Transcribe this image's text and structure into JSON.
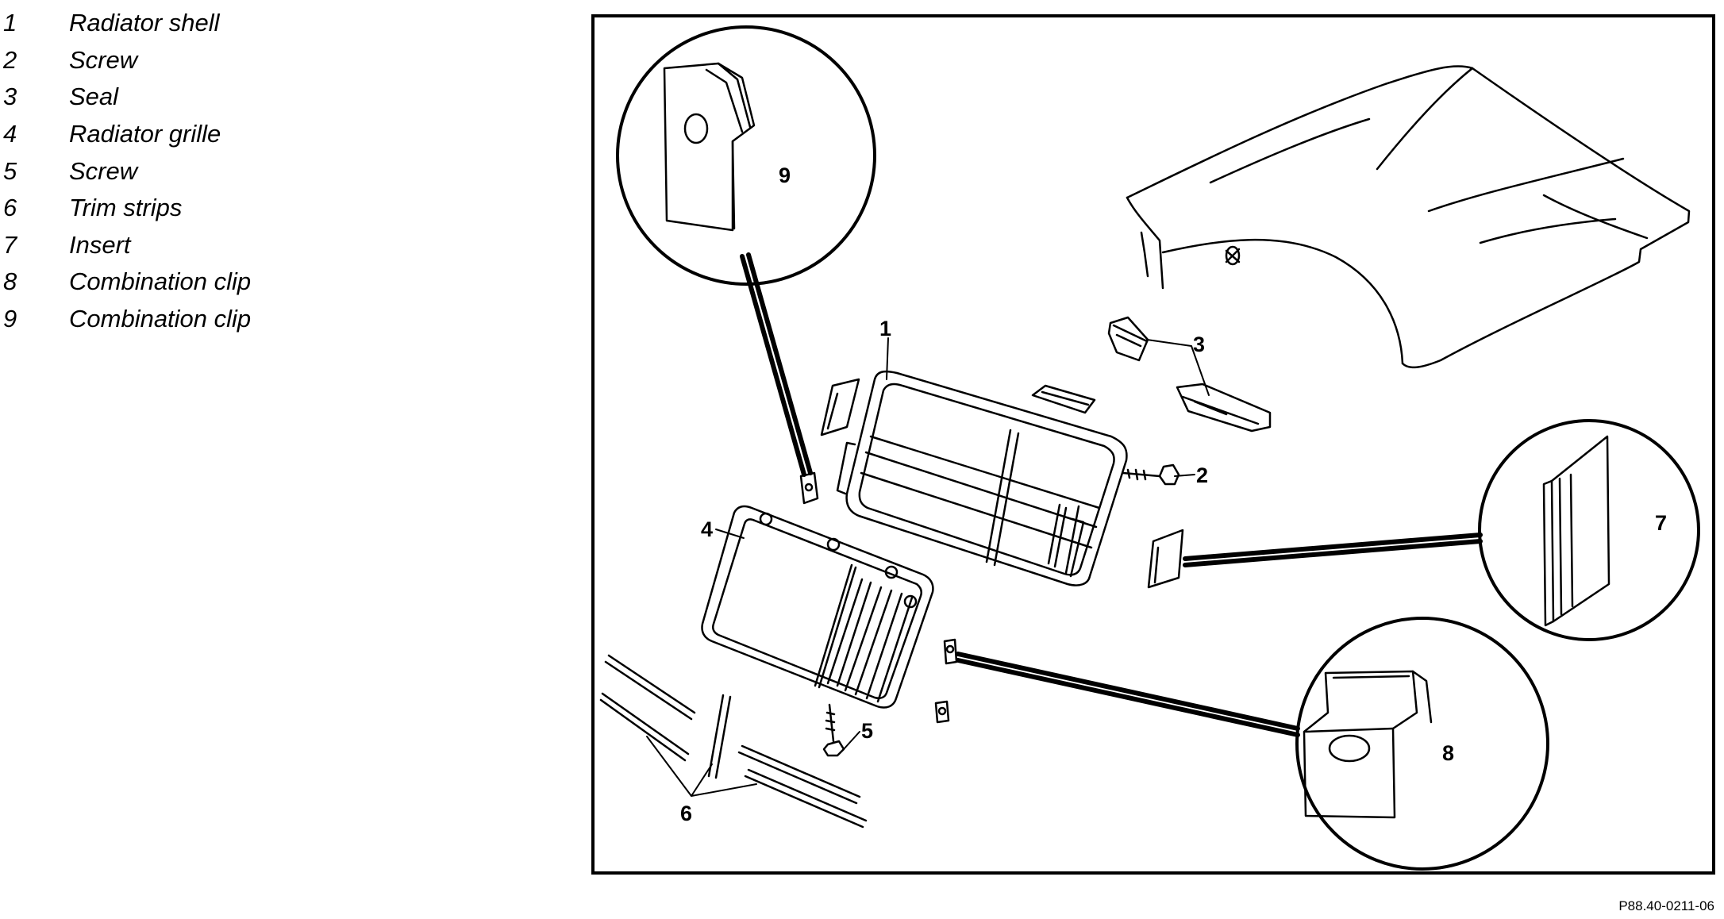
{
  "legend": [
    {
      "number": "1",
      "text": "Radiator shell"
    },
    {
      "number": "2",
      "text": "Screw"
    },
    {
      "number": "3",
      "text": "Seal"
    },
    {
      "number": "4",
      "text": "Radiator grille"
    },
    {
      "number": "5",
      "text": "Screw"
    },
    {
      "number": "6",
      "text": "Trim strips"
    },
    {
      "number": "7",
      "text": "Insert"
    },
    {
      "number": "8",
      "text": "Combination clip"
    },
    {
      "number": "9",
      "text": "Combination clip"
    }
  ],
  "callouts": {
    "c1": "1",
    "c2": "2",
    "c3": "3",
    "c4": "4",
    "c5": "5",
    "c6": "6",
    "c7": "7",
    "c8": "8",
    "c9": "9"
  },
  "figure_code": "P88.40-0211-06"
}
